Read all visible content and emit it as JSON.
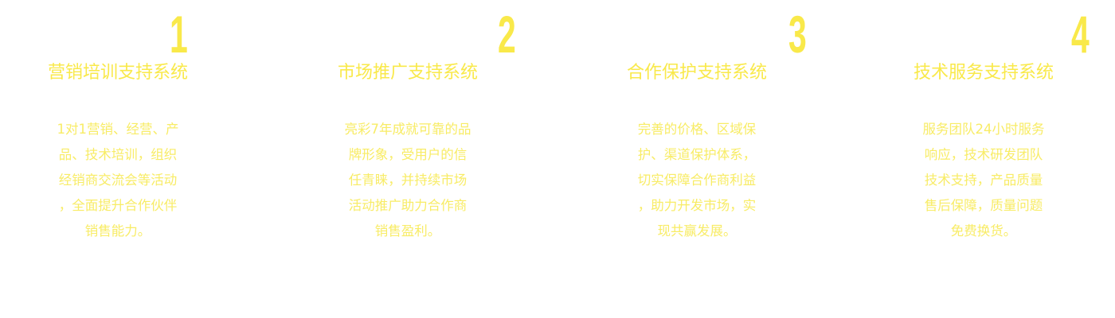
{
  "accent_color": "#f9e94a",
  "columns": [
    {
      "number": "1",
      "title": "营销培训支持系统",
      "lines": [
        "1对1营销、经营、产",
        "品、技术培训，组织",
        "经销商交流会等活动",
        "，全面提升合作伙伴",
        "销售能力。"
      ]
    },
    {
      "number": "2",
      "title": "市场推广支持系统",
      "lines": [
        "亮彩7年成就可靠的品",
        "牌形象，受用户的信",
        "任青睐，并持续市场",
        "活动推广助力合作商",
        "销售盈利。"
      ]
    },
    {
      "number": "3",
      "title": "合作保护支持系统",
      "lines": [
        "完善的价格、区域保",
        "护、渠道保护体系，",
        "切实保障合作商利益",
        "，助力开发市场，实",
        "现共赢发展。"
      ]
    },
    {
      "number": "4",
      "title": "技术服务支持系统",
      "lines": [
        "服务团队24小时服务",
        "响应，技术研发团队",
        "技术支持，产品质量",
        "售后保障，质量问题",
        "免费换货。"
      ]
    }
  ]
}
